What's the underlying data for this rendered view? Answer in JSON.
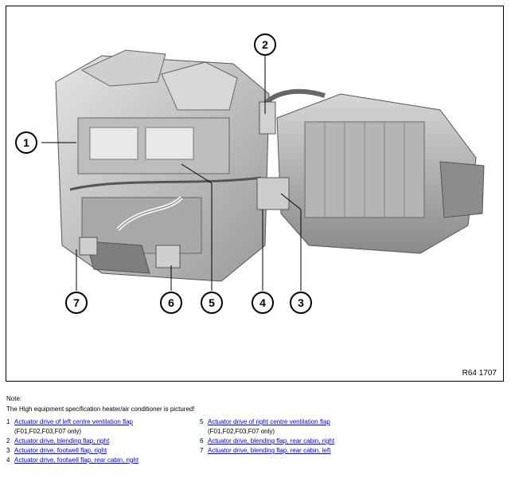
{
  "figure": {
    "ref": "R64 1707",
    "callouts": [
      "1",
      "2",
      "3",
      "4",
      "5",
      "6",
      "7"
    ]
  },
  "note": {
    "label": "Note:",
    "text": "The High equipment specification heater/air conditioner is pictured!"
  },
  "legend": {
    "items": [
      {
        "num": "1",
        "label": "Actuator drive of left centre ventilation flap",
        "sub": "(F01,F02,F03,F07 only)"
      },
      {
        "num": "2",
        "label": "Actuator drive, blending flap, right"
      },
      {
        "num": "3",
        "label": "Actuator drive, footwell flap, right"
      },
      {
        "num": "4",
        "label": "Actuator drive, footwell flap, rear cabin, right"
      },
      {
        "num": "5",
        "label": "Actuator drive of right centre ventilation flap",
        "sub": "(F01,F02,F03,F07 only)"
      },
      {
        "num": "6",
        "label": "Actuator drive, blending flap, rear cabin, right"
      },
      {
        "num": "7",
        "label": "Actuator drive, blending flap, rear cabin, left"
      }
    ]
  }
}
